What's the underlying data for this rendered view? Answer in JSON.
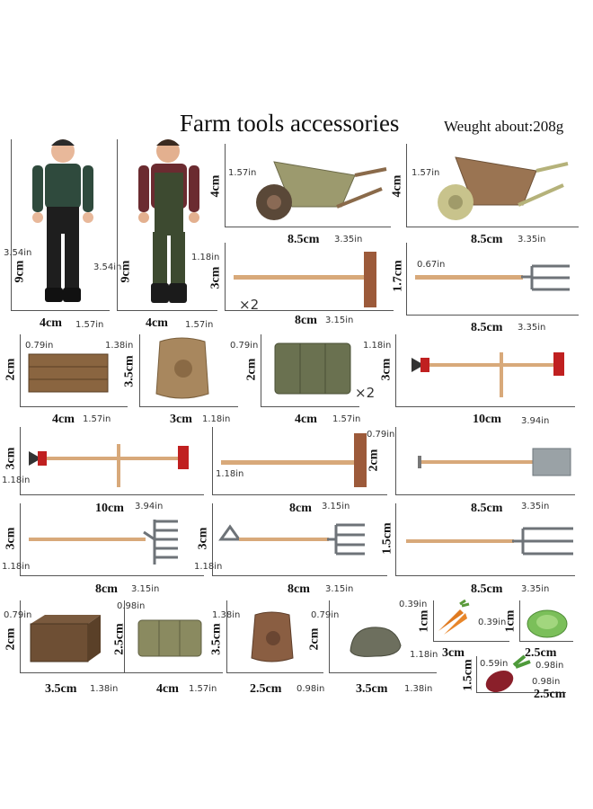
{
  "header": {
    "title": "Farm tools accessories",
    "weight": "Weught about:208g"
  },
  "items": [
    {
      "id": "farmer-1",
      "w": "4cm",
      "w_in": "1.57in",
      "h": "9cm",
      "h_in": "3.54in"
    },
    {
      "id": "farmer-2",
      "w": "4cm",
      "w_in": "1.57in",
      "h": "9cm",
      "h_in": "3.54in"
    },
    {
      "id": "wheelbarrow-1",
      "w": "8.5cm",
      "w_in": "3.35in",
      "h": "4cm",
      "h_in": "1.57in"
    },
    {
      "id": "wheelbarrow-2",
      "w": "8.5cm",
      "w_in": "3.35in",
      "h": "4cm",
      "h_in": "1.57in"
    },
    {
      "id": "broom",
      "w": "8cm",
      "w_in": "3.15in",
      "h": "3cm",
      "h_in": "1.18in",
      "qty": "×2"
    },
    {
      "id": "pitchfork-short",
      "w": "8.5cm",
      "w_in": "3.35in",
      "h": "1.7cm",
      "h_in": "0.67in"
    },
    {
      "id": "crate",
      "w": "4cm",
      "w_in": "1.57in",
      "h": "2cm",
      "h_in": "0.79in"
    },
    {
      "id": "sack",
      "w": "3cm",
      "w_in": "1.18in",
      "h": "3.5cm",
      "h_in": "1.38in"
    },
    {
      "id": "hay-bale",
      "w": "4cm",
      "w_in": "1.57in",
      "h": "2cm",
      "h_in": "0.79in",
      "qty": "×2"
    },
    {
      "id": "trimmer-1",
      "w": "10cm",
      "w_in": "3.94in",
      "h": "3cm",
      "h_in": "1.18in"
    },
    {
      "id": "trimmer-2",
      "w": "10cm",
      "w_in": "3.94in",
      "h": "3cm",
      "h_in": "1.18in"
    },
    {
      "id": "push-broom",
      "w": "8cm",
      "w_in": "3.15in",
      "h": "2cm",
      "h_in": "0.79in"
    },
    {
      "id": "shovel",
      "w": "8.5cm",
      "w_in": "3.35in"
    },
    {
      "id": "rake",
      "w": "8cm",
      "w_in": "3.15in",
      "h": "3cm",
      "h_in": "1.18in"
    },
    {
      "id": "fork-d",
      "w": "8cm",
      "w_in": "3.15in",
      "h": "3cm",
      "h_in": "1.18in"
    },
    {
      "id": "fork-long",
      "w": "8.5cm",
      "w_in": "3.35in",
      "h": "1.5cm"
    },
    {
      "id": "box-small",
      "w": "3.5cm",
      "w_in": "1.38in",
      "h": "2cm",
      "h_in": "0.79in"
    },
    {
      "id": "hay-small",
      "w": "4cm",
      "w_in": "1.57in",
      "h": "2.5cm",
      "h_in": "0.98in"
    },
    {
      "id": "sack-small",
      "w": "2.5cm",
      "w_in": "0.98in",
      "h": "3.5cm",
      "h_in": "1.38in"
    },
    {
      "id": "rock",
      "w": "3.5cm",
      "w_in": "1.38in",
      "h": "2cm",
      "h_in": "0.79in"
    },
    {
      "id": "carrots",
      "w": "3cm",
      "w_in": "1.18in",
      "h": "1cm",
      "h_in": "0.39in"
    },
    {
      "id": "lettuce",
      "w": "2.5cm",
      "w_in": "0.98in",
      "h": "1cm",
      "h_in": "0.39in"
    },
    {
      "id": "beet",
      "w": "2.5cm",
      "w_in": "0.98in",
      "h": "1.5cm",
      "h_in": "0.59in"
    }
  ]
}
